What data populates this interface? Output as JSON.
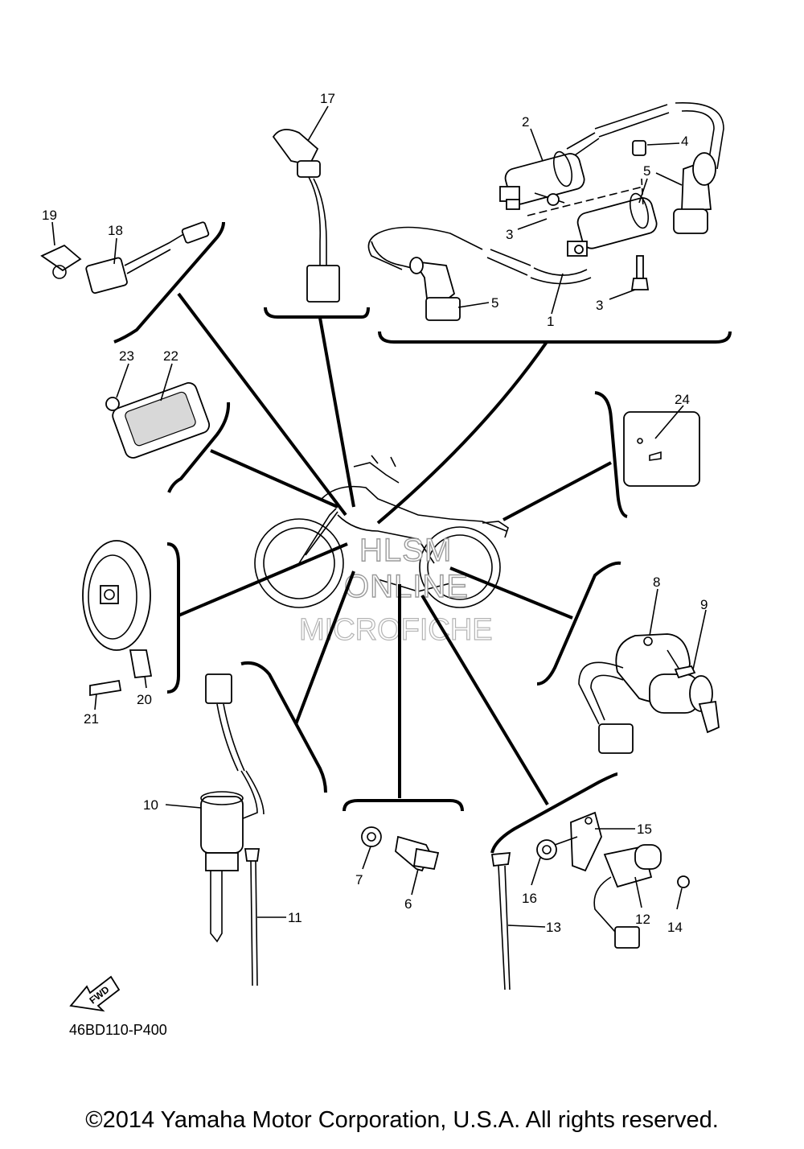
{
  "diagram": {
    "code": "46BD110-P400",
    "fwd_label": "FWD",
    "copyright": "©2014 Yamaha Motor Corporation, U.S.A. All rights reserved.",
    "watermark": [
      "HLSM",
      "ONLINE",
      "MICROFICHE"
    ],
    "part_numbers": [
      "1",
      "2",
      "3",
      "3",
      "4",
      "5",
      "5",
      "6",
      "7",
      "8",
      "9",
      "10",
      "11",
      "12",
      "13",
      "14",
      "15",
      "16",
      "17",
      "18",
      "19",
      "20",
      "21",
      "22",
      "23",
      "24"
    ]
  }
}
